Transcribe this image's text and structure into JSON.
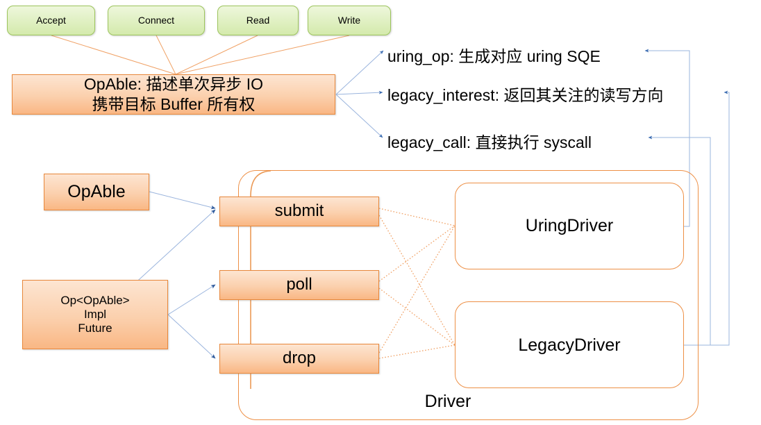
{
  "diagram": {
    "title": "OpAble / Driver architecture",
    "colors": {
      "op_box_fill": "#e2f1c6",
      "op_box_border": "#9cc45c",
      "orange_fill": "#fbd0ad",
      "orange_border": "#e8873a",
      "driver_outline": "#ed8f45",
      "blue_connector": "#8faadc",
      "blue_arrow": "#2e5a9c",
      "orange_connector": "#f4a86a"
    },
    "op_boxes": [
      {
        "label": "Accept"
      },
      {
        "label": "Connect"
      },
      {
        "label": "Read"
      },
      {
        "label": "Write"
      }
    ],
    "opable_desc": {
      "line1": "OpAble: 描述单次异步 IO",
      "line2": "携带目标 Buffer 所有权"
    },
    "methods": [
      {
        "id": "uring_op",
        "label": "uring_op: 生成对应 uring SQE"
      },
      {
        "id": "legacy_interest",
        "label": "legacy_interest: 返回其关注的读写方向"
      },
      {
        "id": "legacy_call",
        "label": "legacy_call: 直接执行 syscall"
      }
    ],
    "opable_node": {
      "label": "OpAble"
    },
    "op_impl_node": {
      "line1": "Op<OpAble>",
      "line2": "Impl",
      "line3": "Future"
    },
    "lifecycle": [
      {
        "id": "submit",
        "label": "submit"
      },
      {
        "id": "poll",
        "label": "poll"
      },
      {
        "id": "drop",
        "label": "drop"
      }
    ],
    "driver_group": {
      "label": "Driver"
    },
    "drivers": [
      {
        "id": "uring",
        "label": "UringDriver"
      },
      {
        "id": "legacy",
        "label": "LegacyDriver"
      }
    ]
  }
}
